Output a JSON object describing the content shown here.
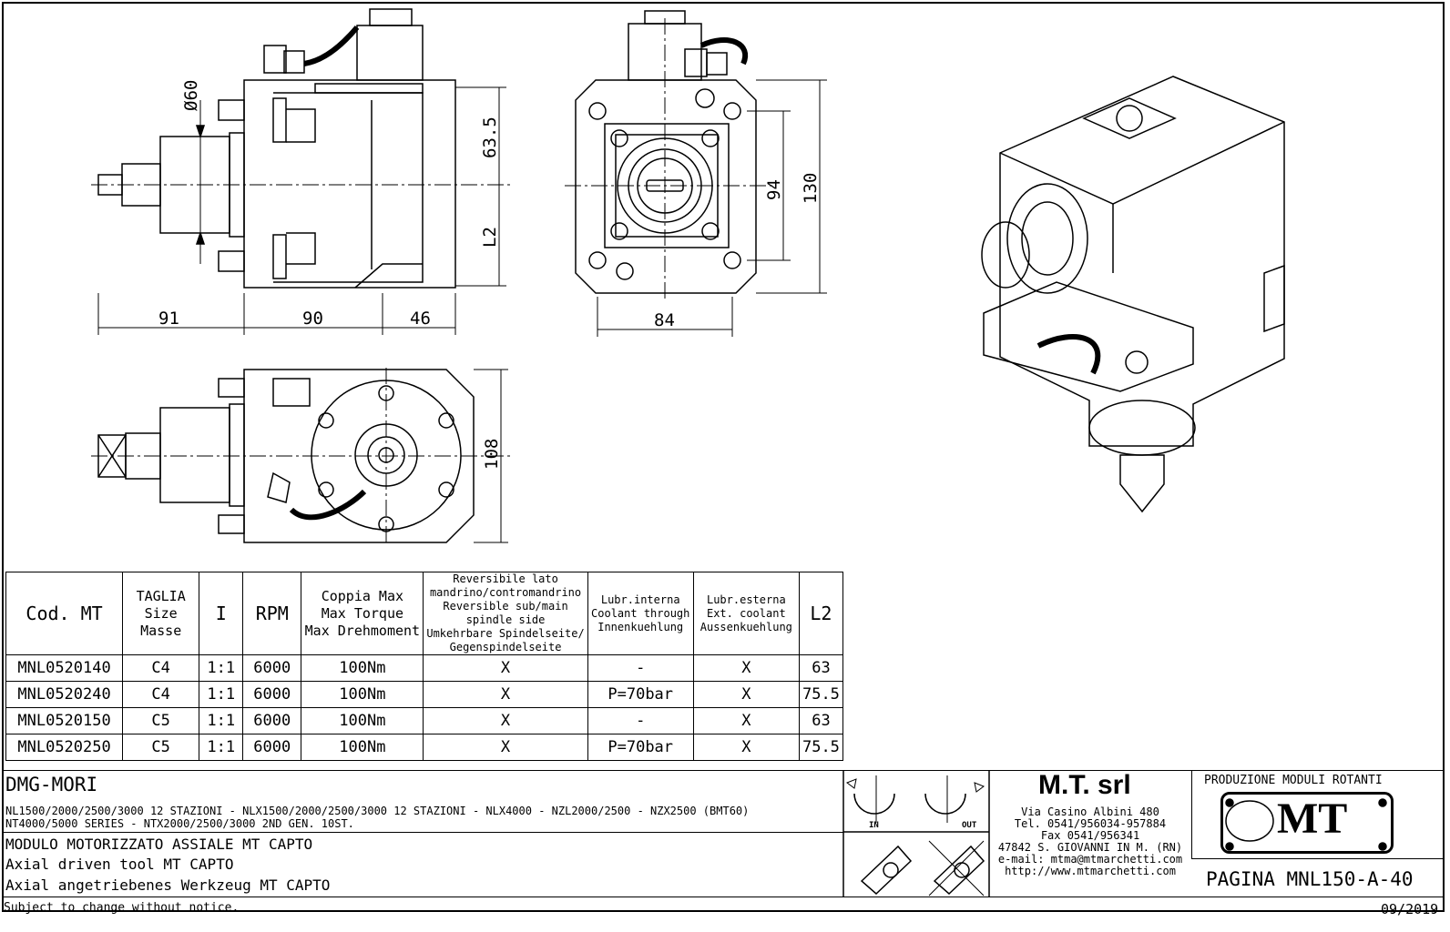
{
  "dimensions": {
    "diameter": "Ø60",
    "d91": "91",
    "d90": "90",
    "d46": "46",
    "d63_5": "63.5",
    "dL2": "L2",
    "d84": "84",
    "d94": "94",
    "d130": "130",
    "d108": "108"
  },
  "table": {
    "headers": {
      "code": "Cod. MT",
      "size": [
        "TAGLIA",
        "Size",
        "Masse"
      ],
      "ratio": "I",
      "rpm": "RPM",
      "torque": [
        "Coppia Max",
        "Max Torque",
        "Max Drehmoment"
      ],
      "reversible": [
        "Reversibile lato",
        "mandrino/contromandrino",
        "Reversible sub/main",
        "spindle side",
        "Umkehrbare Spindelseite/",
        "Gegenspindelseite"
      ],
      "lub_int": [
        "Lubr.interna",
        "Coolant through",
        "Innenkuehlung"
      ],
      "lub_ext": [
        "Lubr.esterna",
        "Ext. coolant",
        "Aussenkuehlung"
      ],
      "l2": "L2"
    },
    "rows": [
      {
        "code": "MNL0520140",
        "size": "C4",
        "ratio": "1:1",
        "rpm": "6000",
        "torque": "100Nm",
        "reversible": "X",
        "lub_int": "-",
        "lub_ext": "X",
        "l2": "63"
      },
      {
        "code": "MNL0520240",
        "size": "C4",
        "ratio": "1:1",
        "rpm": "6000",
        "torque": "100Nm",
        "reversible": "X",
        "lub_int": "P=70bar",
        "lub_ext": "X",
        "l2": "75.5"
      },
      {
        "code": "MNL0520150",
        "size": "C5",
        "ratio": "1:1",
        "rpm": "6000",
        "torque": "100Nm",
        "reversible": "X",
        "lub_int": "-",
        "lub_ext": "X",
        "l2": "63"
      },
      {
        "code": "MNL0520250",
        "size": "C5",
        "ratio": "1:1",
        "rpm": "6000",
        "torque": "100Nm",
        "reversible": "X",
        "lub_int": "P=70bar",
        "lub_ext": "X",
        "l2": "75.5"
      }
    ]
  },
  "title_block": {
    "machine": "DMG-MORI",
    "models_line1": "NL1500/2000/2500/3000 12 STAZIONI - NLX1500/2000/2500/3000 12 STAZIONI - NLX4000 - NZL2000/2500 - NZX2500 (BMT60)",
    "models_line2": "NT4000/5000 SERIES - NTX2000/2500/3000 2ND GEN. 10ST.",
    "desc_it": "MODULO MOTORIZZATO ASSIALE MT CAPTO",
    "desc_en": "Axial driven tool MT CAPTO",
    "desc_de": "Axial angetriebenes Werkzeug MT CAPTO",
    "rot_in": "IN",
    "rot_out": "OUT",
    "company": "M.T. srl",
    "contact": [
      "Via Casino Albini 480",
      "Tel. 0541/956034-957884",
      "Fax 0541/956341",
      "47842 S. GIOVANNI IN M. (RN)",
      "e-mail: mtma@mtmarchetti.com",
      "http://www.mtmarchetti.com"
    ],
    "dept": "PRODUZIONE MODULI ROTANTI",
    "logo_text": "MT",
    "page": "PAGINA MNL150-A-40"
  },
  "footer": {
    "notice": "Subject to change without notice.",
    "date": "09/2019"
  }
}
